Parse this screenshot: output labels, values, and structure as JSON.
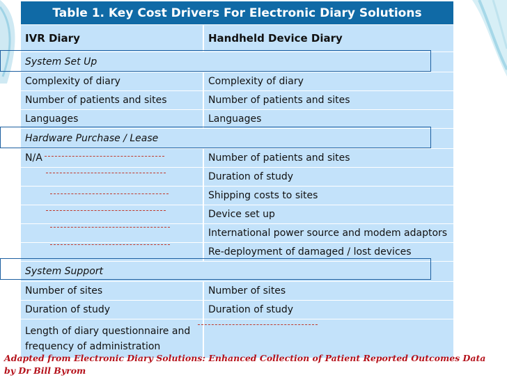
{
  "table": {
    "title": "Table 1. Key Cost Drivers For Electronic Diary Solutions",
    "headers": [
      "IVR Diary",
      "Handheld Device Diary"
    ],
    "sections": [
      {
        "name": "System Set Up",
        "rows": [
          [
            "Complexity of diary",
            "Complexity of diary"
          ],
          [
            "Number of patients and sites",
            "Number of patients and sites"
          ],
          [
            "Languages",
            "Languages"
          ]
        ]
      },
      {
        "name": "Hardware Purchase / Lease",
        "rows": [
          [
            "N/A",
            "Number of patients and sites"
          ],
          [
            "",
            "Duration of study"
          ],
          [
            "",
            "Shipping costs to sites"
          ],
          [
            "",
            "Device set up"
          ],
          [
            "",
            "International power source and modem adaptors"
          ],
          [
            "",
            "Re-deployment of damaged / lost devices"
          ]
        ]
      },
      {
        "name": "System Support",
        "rows": [
          [
            "Number of sites",
            "Number of sites"
          ],
          [
            "Duration of study",
            "Duration of study"
          ],
          [
            "Length of diary questionnaire and frequency of administration",
            ""
          ]
        ]
      }
    ]
  },
  "footer": {
    "citation": "Adapted from Electronic Diary Solutions: Enhanced Collection of Patient Reported Outcomes Data by Dr Bill Byrom"
  },
  "colors": {
    "title_bg": "#106aa6",
    "row_bg": "#c3e2fa",
    "outline": "#1c5fa0",
    "dashed": "#c0392b",
    "citation": "#b5121b"
  }
}
